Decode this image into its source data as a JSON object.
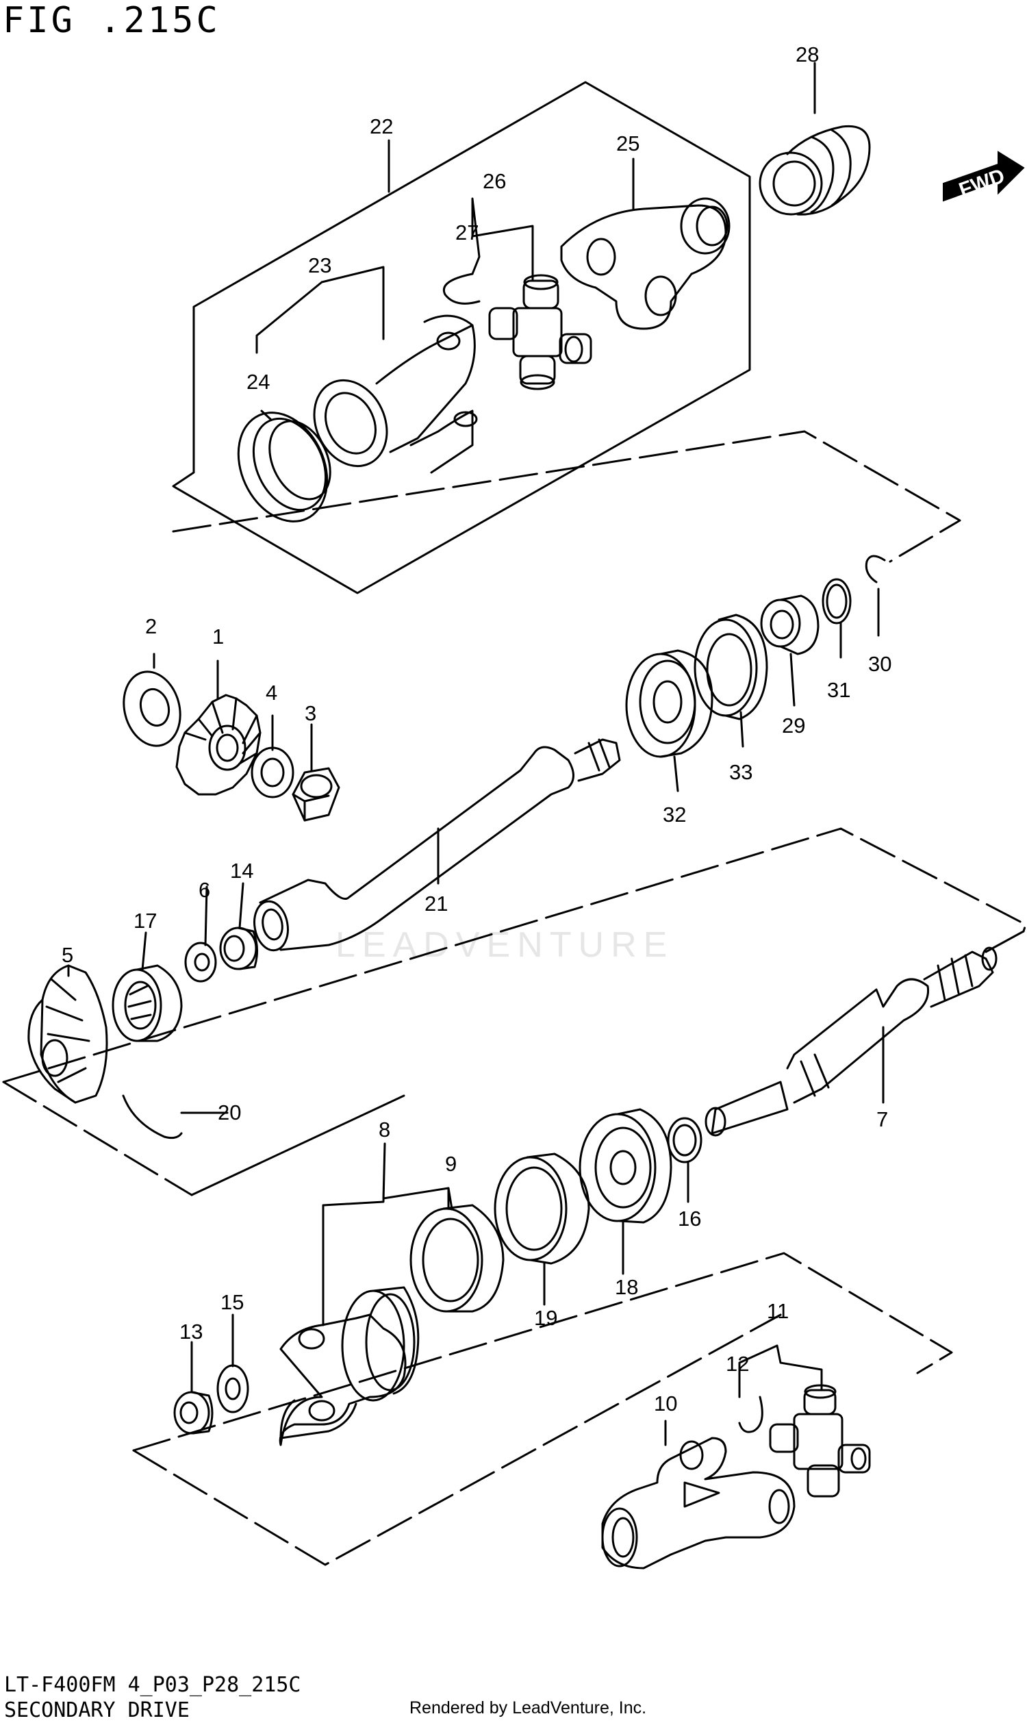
{
  "figure_title": "FIG .215C",
  "footer": {
    "model_code": "LT-F400FM 4_P03_P28_215C",
    "section_title": "SECONDARY DRIVE",
    "credit": "Rendered by LeadVenture, Inc."
  },
  "watermark": "LEADVENTURE",
  "direction_badge": "FWD",
  "callouts": {
    "c1": "1",
    "c2": "2",
    "c3": "3",
    "c4": "4",
    "c5": "5",
    "c6": "6",
    "c7": "7",
    "c8": "8",
    "c9": "9",
    "c10": "10",
    "c11": "11",
    "c12": "12",
    "c13": "13",
    "c14": "14",
    "c15": "15",
    "c16": "16",
    "c17": "17",
    "c18": "18",
    "c19": "19",
    "c20": "20",
    "c21": "21",
    "c22": "22",
    "c23": "23",
    "c24": "24",
    "c25": "25",
    "c26": "26",
    "c27": "27",
    "c28": "28",
    "c29": "29",
    "c30": "30",
    "c31": "31",
    "c32": "32",
    "c33": "33"
  }
}
